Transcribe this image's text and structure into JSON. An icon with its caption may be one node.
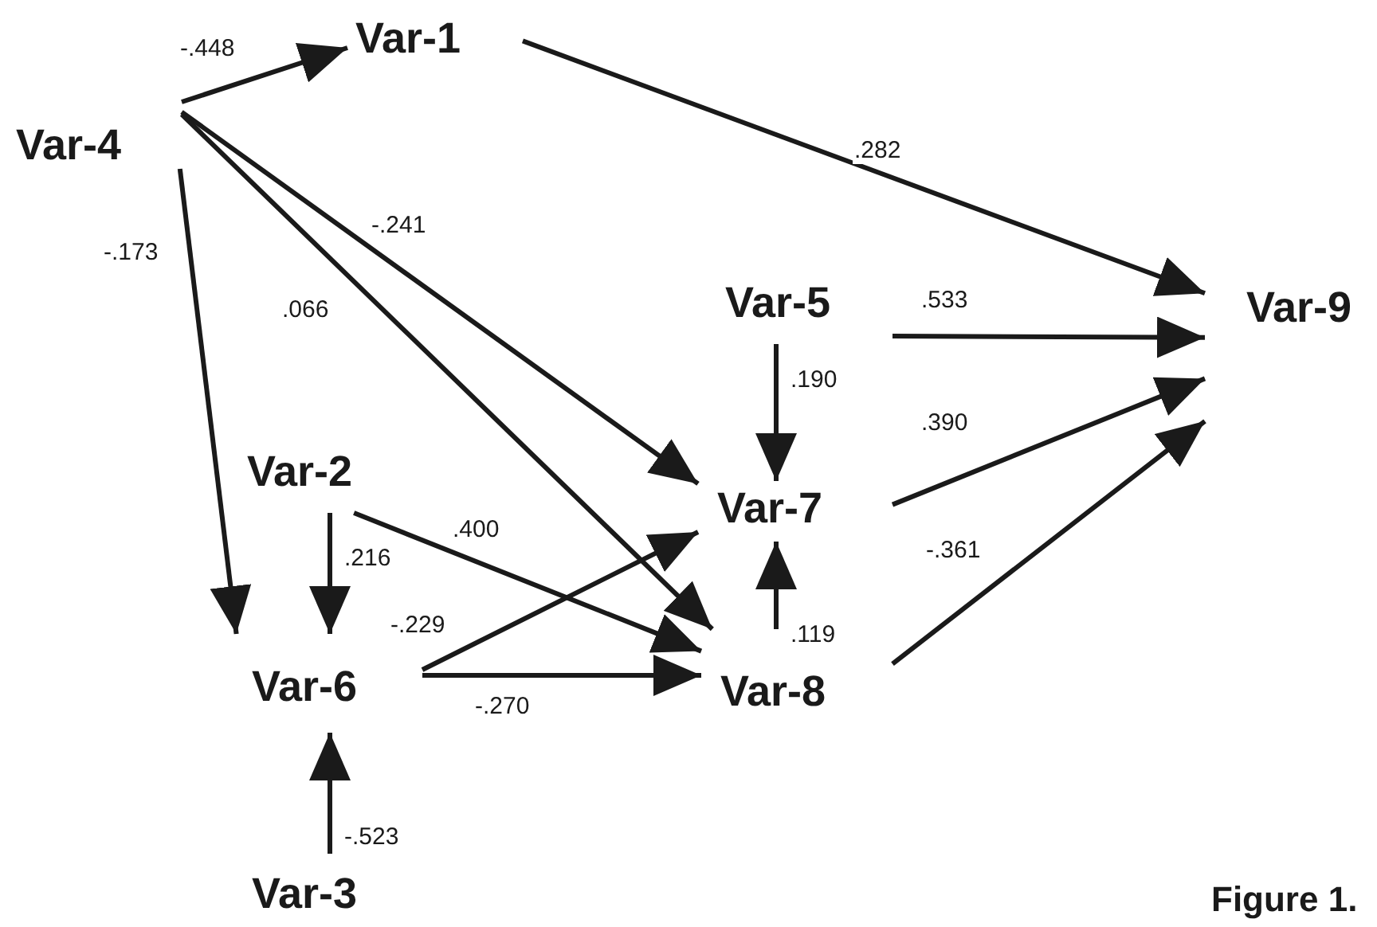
{
  "diagram": {
    "caption": "Figure 1.",
    "nodes": [
      {
        "text": [
          "Var-4"
        ]
      },
      {
        "text": [
          "Var-1"
        ]
      },
      {
        "text": [
          "Var-2"
        ]
      },
      {
        "text": [
          "Var-5"
        ]
      },
      {
        "text": [
          "Var-7"
        ]
      },
      {
        "text": [
          "Var-9"
        ]
      },
      {
        "text": [
          "Var-6"
        ]
      },
      {
        "text": [
          "Var-8"
        ]
      },
      {
        "text": [
          "Var-3"
        ]
      }
    ],
    "edges": [
      {
        "from": 0,
        "to": 1,
        "arrow": "to",
        "label": "-.448"
      },
      {
        "from": 0,
        "to": 6,
        "arrow": "to",
        "label": "-.173"
      },
      {
        "from": 0,
        "to": 4,
        "arrow": "to",
        "label": "-.241"
      },
      {
        "from": 0,
        "to": 7,
        "arrow": "to",
        "label": ".066"
      },
      {
        "from": 1,
        "to": 5,
        "arrow": "to",
        "label": ".282"
      },
      {
        "from": 2,
        "to": 6,
        "arrow": "to",
        "label": ".216"
      },
      {
        "from": 2,
        "to": 7,
        "arrow": "to",
        "label": ".400"
      },
      {
        "from": 3,
        "to": 4,
        "arrow": "to",
        "label": ".190"
      },
      {
        "from": 3,
        "to": 5,
        "arrow": "to",
        "label": ".533"
      },
      {
        "from": 4,
        "to": 5,
        "arrow": "to",
        "label": ".390"
      },
      {
        "from": 6,
        "to": 4,
        "arrow": "to",
        "label": "-.229"
      },
      {
        "from": 6,
        "to": 7,
        "arrow": "to",
        "label": "-.270"
      },
      {
        "from": 7,
        "to": 4,
        "arrow": "to",
        "label": ".119"
      },
      {
        "from": 7,
        "to": 5,
        "arrow": "to",
        "label": "-.361"
      },
      {
        "from": 8,
        "to": 6,
        "arrow": "to",
        "label": "-.523"
      }
    ]
  }
}
